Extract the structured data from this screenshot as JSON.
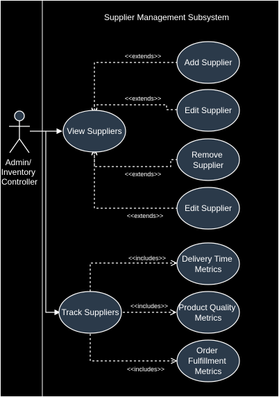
{
  "system_title": "Supplier Management Subsystem",
  "actor": {
    "lines": [
      "Admin/",
      "Inventory",
      "Controller"
    ]
  },
  "use_cases": {
    "view_suppliers": [
      "View Suppliers"
    ],
    "add_supplier": [
      "Add Supplier"
    ],
    "edit_supplier_1": [
      "Edit Supplier"
    ],
    "remove_supplier": [
      "Remove",
      "Supplier"
    ],
    "edit_supplier_2": [
      "Edit Supplier"
    ],
    "track_suppliers": [
      "Track Suppliers"
    ],
    "delivery_time_metrics": [
      "Delivery Time",
      "Metrics"
    ],
    "product_quality_metrics": [
      "Product Quality",
      "Metrics"
    ],
    "order_fulfillment_metrics": [
      "Order",
      "Fulfillment",
      "Metrics"
    ]
  },
  "relations": {
    "extends": "<<extends>>",
    "includes": "<<includes>>"
  },
  "colors": {
    "background": "#000000",
    "ellipse_fill": "#2b3a4a",
    "stroke": "#ffffff",
    "text": "#ffffff"
  }
}
